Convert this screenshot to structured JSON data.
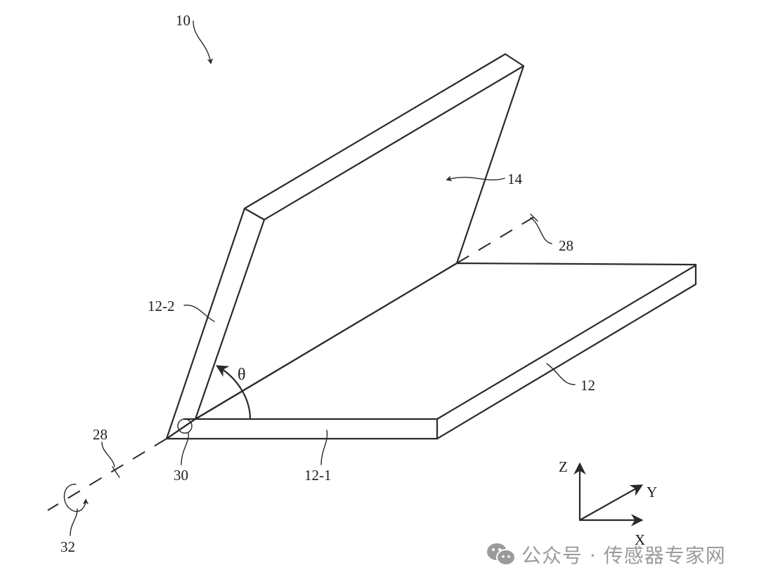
{
  "figure": {
    "device_label": "10",
    "display_label": "14",
    "housing_label": "12",
    "housing_portion_2_label": "12-2",
    "housing_portion_1_label": "12-1",
    "hinge_axis_label_upper": "28",
    "hinge_axis_label_lower": "28",
    "hinge_label": "30",
    "rotation_label": "32",
    "angle_symbol": "θ",
    "axes": {
      "z": "Z",
      "y": "Y",
      "x": "X"
    }
  },
  "watermark": {
    "icon": "wechat-icon",
    "text": "公众号 · 传感器专家网",
    "color": "#9b9b9b"
  },
  "colors": {
    "line": "#2a2a2a",
    "background": "#ffffff"
  }
}
